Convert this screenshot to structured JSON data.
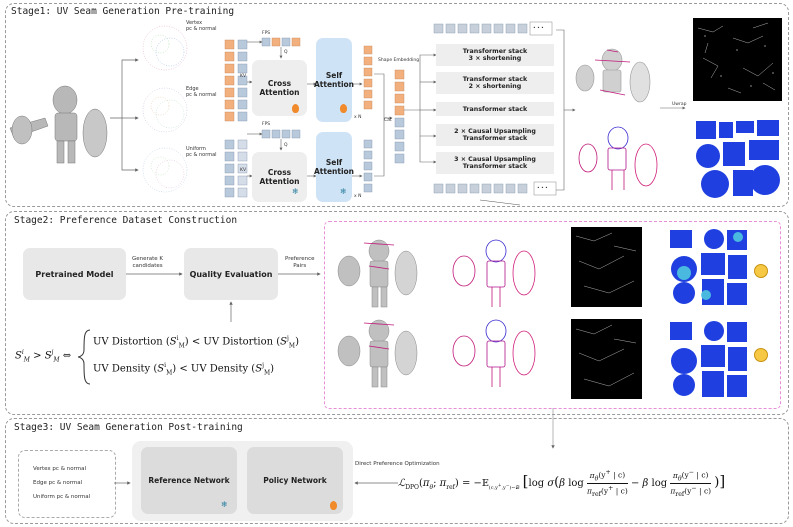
{
  "stage1": {
    "title": "Stage1: UV Seam  Generation Pre-training",
    "vertex_label": "Vertex\npc & normal",
    "edge_label": "Edge\npc & normal",
    "uniform_label": "Uniform\npc & normal",
    "fps": "FPS",
    "q": "Q",
    "kv": "KV",
    "cross_attention": "Cross\nAttention",
    "self_attention": "Self\nAttention",
    "xn": "x N",
    "cat": "Cat",
    "shape_embedding": "Shape Embedding",
    "tf_stack_3_short": "Transformer stack\n3 × shortening",
    "tf_stack_2_short": "Transformer stack\n2 × shortening",
    "tf_stack": "Transformer stack",
    "tf_2_causal": "2 × Causal Upsampling\nTransformer stack",
    "tf_3_causal": "3 × Causal Upsampling\nTransformer stack",
    "dots": "• • •",
    "uvwrap": "Uwrap"
  },
  "stage2": {
    "title": "Stage2: Preference Dataset Construction",
    "pretrained_model": "Pretrained Model",
    "generate_k": "Generate K\ncandidates",
    "quality_evaluation": "Quality Evaluation",
    "preference_pairs": "Preference\nPairs",
    "formula_lhs": "S",
    "distortion_text": "UV Distortion",
    "density_text": "UV Density",
    "lt": "<"
  },
  "stage3": {
    "title": "Stage3: UV Seam Generation Post-training",
    "inputs": [
      "Vertex pc & normal",
      "Edge pc & normal",
      "Uniform pc & normal"
    ],
    "reference_network": "Reference Network",
    "policy_network": "Policy Network",
    "dpo_label": "Direct Preference Optimization"
  },
  "colors": {
    "panel_border": "#9a9a9a",
    "orange_token": "#f2b07f",
    "blue_token": "#b9c9dc",
    "self_attn": "#cfe3f6",
    "sub_orange": "#fbd9c9",
    "gray_box": "#eeeeee",
    "uv_blue": "#1f3fe0"
  },
  "icons": [
    "fire-icon",
    "snowflake-icon",
    "emoji-sad-icon",
    "emoji-happy-icon"
  ]
}
